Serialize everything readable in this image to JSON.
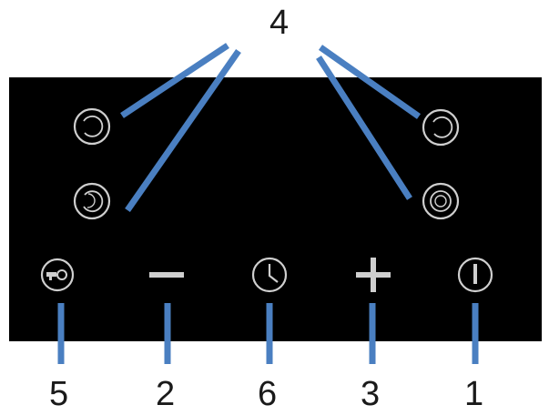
{
  "colors": {
    "panel": "#000000",
    "leader": "#4a7fc1",
    "icon": "#cfcfcf",
    "label_text": "#1a1a1a"
  },
  "callouts": {
    "zones": "4",
    "lock": "5",
    "minus": "2",
    "timer": "6",
    "plus": "3",
    "power": "1"
  },
  "controls": {
    "zone_selectors": [
      "zone-rear-left-icon",
      "zone-front-left-icon",
      "zone-rear-right-icon",
      "zone-front-right-icon"
    ],
    "bottom_row": [
      "key-lock-icon",
      "minus-icon",
      "clock-icon",
      "plus-icon",
      "power-icon"
    ]
  }
}
